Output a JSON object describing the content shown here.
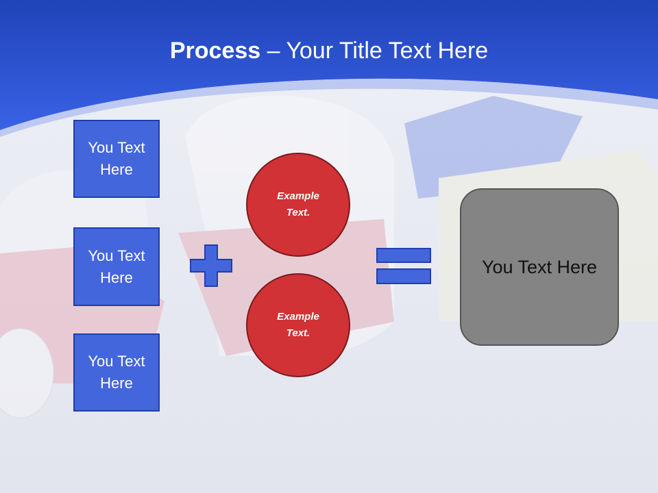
{
  "slide": {
    "title_bold": "Process",
    "title_rest": " – Your Title Text Here",
    "left_boxes": [
      {
        "line1": "You Text",
        "line2": "Here"
      },
      {
        "line1": "You Text",
        "line2": "Here"
      },
      {
        "line1": "You Text",
        "line2": "Here"
      }
    ],
    "circles": [
      {
        "line1": "Example",
        "line2": "Text."
      },
      {
        "line1": "Example",
        "line2": "Text."
      }
    ],
    "result_text": "You Text Here",
    "icons": [
      "plus-icon",
      "equals-icon"
    ],
    "colors": {
      "header_blue": "#2a4fd0",
      "box_blue": "#4466dd",
      "circle_red": "#d13236",
      "result_gray": "#848484"
    }
  }
}
